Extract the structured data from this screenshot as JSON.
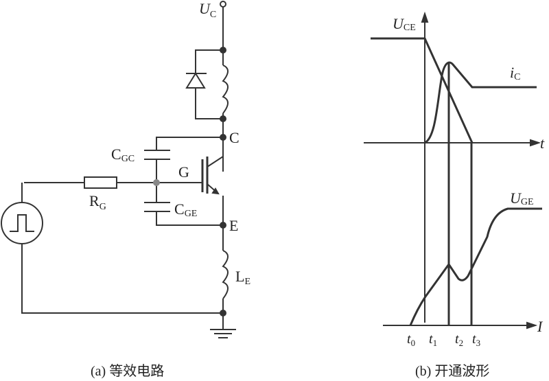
{
  "circuit": {
    "uc": "U",
    "uc_sub": "C",
    "c": "C",
    "e": "E",
    "g": "G",
    "cgc": "C",
    "cgc_sub": "GC",
    "cge": "C",
    "cge_sub": "GE",
    "rg": "R",
    "rg_sub": "G",
    "le": "L",
    "le_sub": "E",
    "caption": "(a) 等效电路"
  },
  "waveform": {
    "uce": "U",
    "uce_sub": "CE",
    "ic": "i",
    "ic_sub": "C",
    "uge": "U",
    "uge_sub": "GE",
    "t_axis": "t",
    "i_axis": "I",
    "t0": "t",
    "t0_sub": "0",
    "t1": "t",
    "t1_sub": "1",
    "t2": "t",
    "t2_sub": "2",
    "t3": "t",
    "t3_sub": "3",
    "caption": "(b) 开通波形"
  }
}
